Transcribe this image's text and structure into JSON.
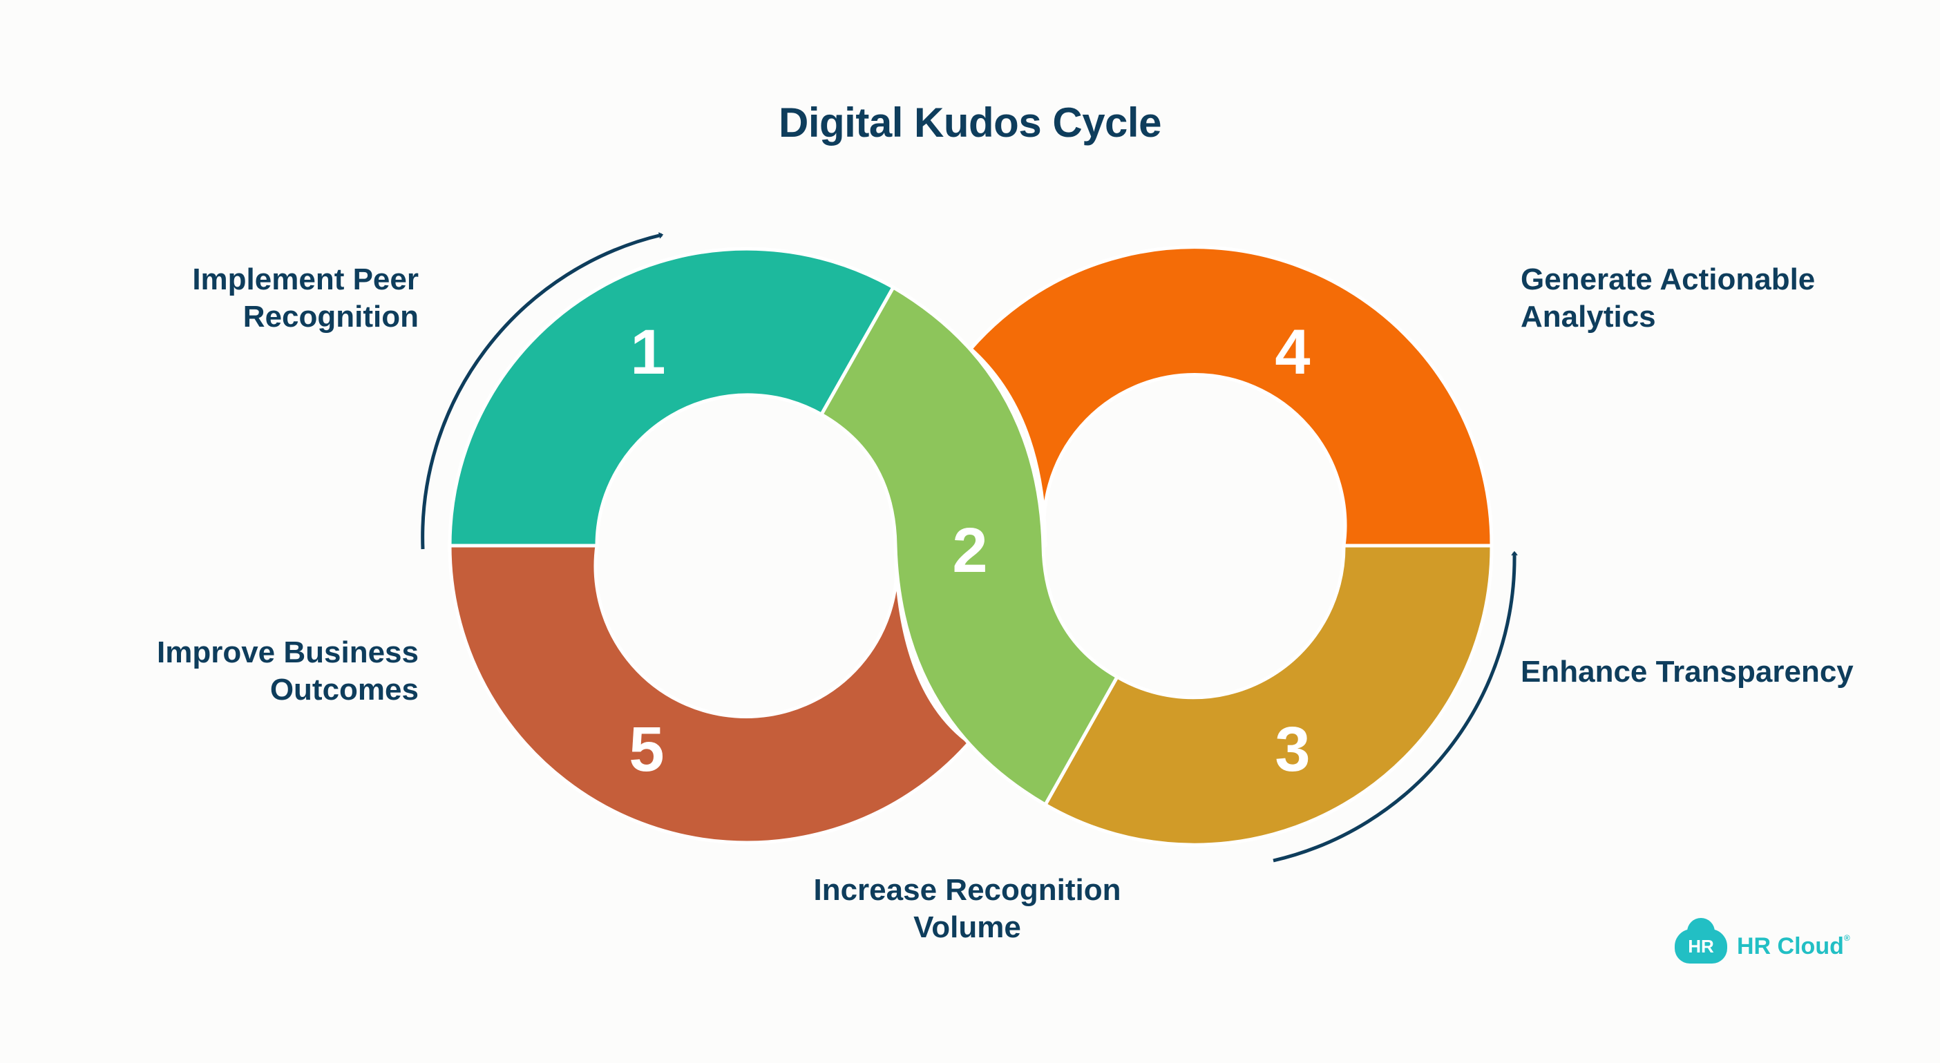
{
  "title": "Digital Kudos Cycle",
  "steps": [
    {
      "number": "1",
      "label_lines": [
        "Implement Peer",
        "Recognition"
      ],
      "color": "#1db99d"
    },
    {
      "number": "2",
      "label_lines": [
        "Increase Recognition",
        "Volume"
      ],
      "color": "#8dc55b"
    },
    {
      "number": "3",
      "label_lines": [
        "Enhance Transparency"
      ],
      "color": "#d19b28"
    },
    {
      "number": "4",
      "label_lines": [
        "Generate Actionable",
        "Analytics"
      ],
      "color": "#f46c07"
    },
    {
      "number": "5",
      "label_lines": [
        "Improve Business",
        "Outcomes"
      ],
      "color": "#c55e3a"
    }
  ],
  "arrow_color": "#0e3d5c",
  "logo": {
    "badge": "HR",
    "text": "HR Cloud",
    "registered": "®",
    "color": "#22bfc4"
  }
}
